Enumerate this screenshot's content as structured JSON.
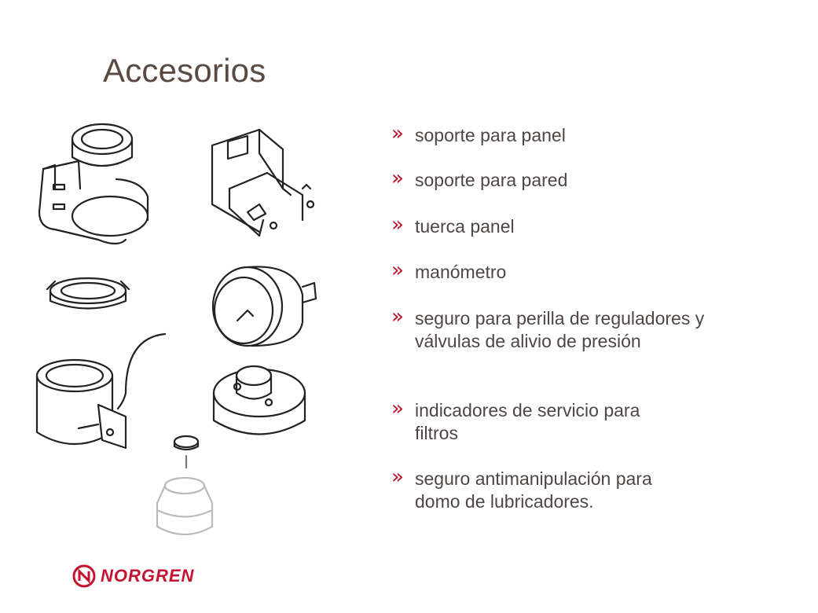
{
  "slide": {
    "title": "Accesorios",
    "bullets": [
      {
        "marker": "»",
        "text": "soporte para panel"
      },
      {
        "marker": "»",
        "text": "soporte para pared"
      },
      {
        "marker": "»",
        "text": "tuerca panel"
      },
      {
        "marker": "»",
        "text": "manómetro"
      },
      {
        "marker": "»",
        "text": "seguro para perilla de reguladores y válvulas de alivio de presión"
      },
      {
        "marker": "»",
        "text": "indicadores de servicio para filtros"
      },
      {
        "marker": "»",
        "text": "seguro antimanipulación para domo de lubricadores."
      }
    ]
  },
  "footer": {
    "logo_text": "NORGREN",
    "brand_color": "#c4122f"
  },
  "colors": {
    "title": "#5a4a42",
    "bullet_marker": "#b8132e",
    "body_text": "#4d4644"
  }
}
